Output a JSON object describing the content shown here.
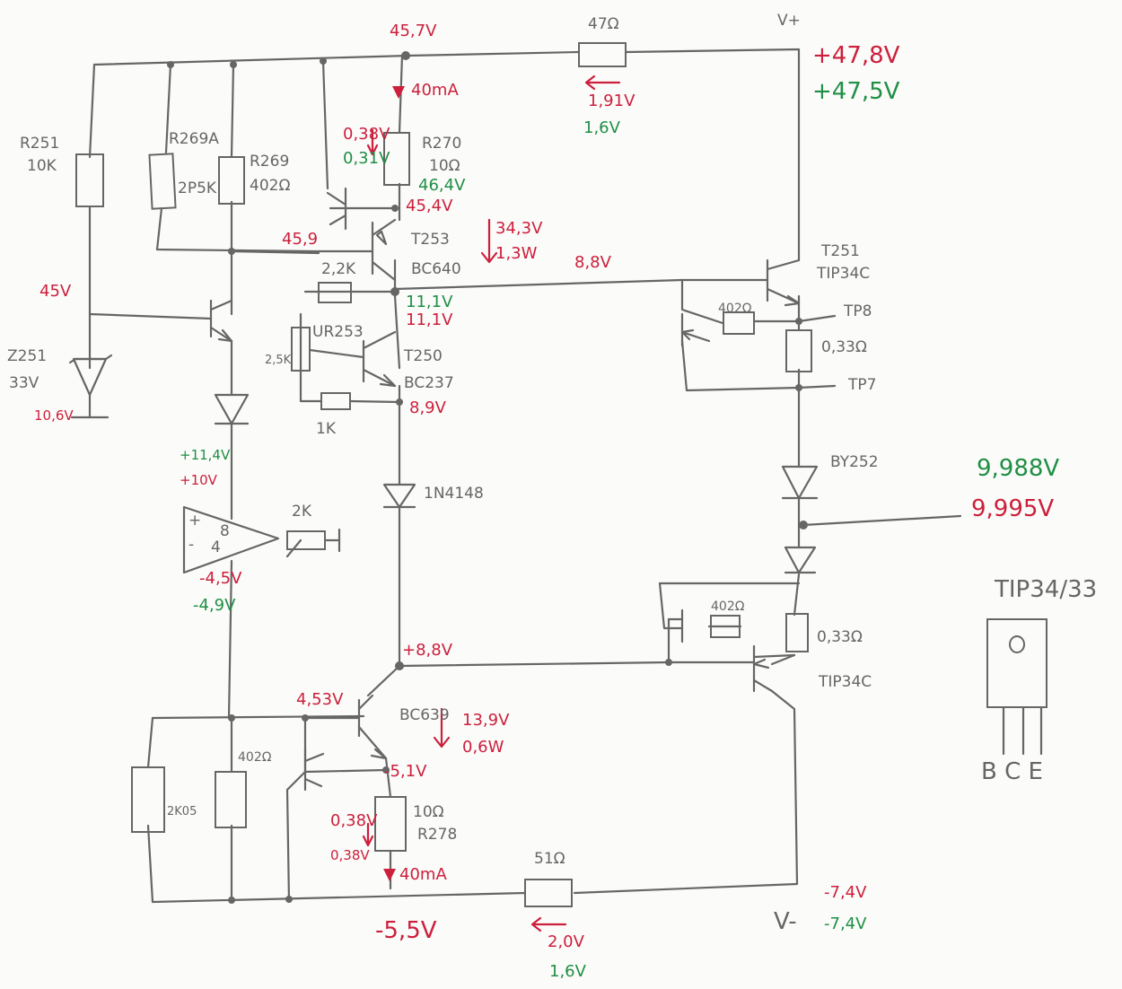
{
  "supply": {
    "vplus_label": "V+",
    "vminus_label": "V-",
    "vplus_red": "+47,8V",
    "vplus_green": "+47,5V",
    "vminus_red": "-7,4V",
    "vminus_green": "-7,4V"
  },
  "top": {
    "node_voltage": "45,7V",
    "r47_label": "47Ω",
    "r47_drop_red": "1,91V",
    "r47_drop_green": "1,6V",
    "current": "40mA"
  },
  "resistors": {
    "r251": {
      "name": "R251",
      "value": "10K"
    },
    "r269a": {
      "name": "R269A",
      "value": "2P5K"
    },
    "r269": {
      "name": "R269",
      "value": "402Ω"
    },
    "r270": {
      "name": "R270",
      "value": "10Ω",
      "drop_red": "0,38V",
      "drop_green": "0,31V",
      "bottom_green": "46,4V",
      "bottom_red": "45,4V"
    },
    "r_2k2": "2,2K",
    "ur253": "UR253",
    "r_2k5": "2,5K",
    "r_1k": "1K",
    "r_2k_opamp": "2K",
    "r_2k05": "2K05",
    "r_402_bl": "402Ω",
    "r278": {
      "name": "R278",
      "value": "10Ω",
      "drop_red": "0,38V",
      "drop_green": "0,38V"
    },
    "r51": {
      "label": "51Ω",
      "drop_red": "2,0V",
      "drop_green": "1,6V"
    },
    "r_402_t251": "402Ω",
    "r_0332_top": "0,33Ω",
    "r_402_bottom": "402Ω",
    "r_0332_bottom": "0,33Ω"
  },
  "left": {
    "v45": "45V",
    "zener_name": "Z251",
    "zener_value": "33V",
    "zener_v": "10,6V",
    "opamp_plus_green": "+11,4V",
    "opamp_plus_red": "+10V",
    "opamp_pins": "8",
    "opamp_pin4": "4",
    "opamp_minus_red": "-4,5V",
    "opamp_minus_green": "-4,9V",
    "node_459": "45,9"
  },
  "t253": {
    "name": "T253",
    "type": "BC640",
    "vce": "34,3V",
    "power": "1,3W"
  },
  "t250": {
    "name": "T250",
    "type": "BC237",
    "col_green": "11,1V",
    "col_red": "11,1V",
    "emitter_v": "8,9V"
  },
  "diode_1n4148": "1N4148",
  "t251": {
    "name": "T251",
    "type": "TIP34C",
    "base_v": "8,8V",
    "tp8": "TP8",
    "tp7": "TP7"
  },
  "by252": "BY252",
  "output": {
    "green": "9,988V",
    "red": "9,995V"
  },
  "bottom": {
    "node_88": "+8,8V",
    "bc639_base": "4,53V",
    "bc639_name": "BC639",
    "vce": "13,9V",
    "power": "0,6W",
    "emitter_v": "-5,1V",
    "current": "40mA",
    "node_55": "-5,5V",
    "tip34c_bottom": "TIP34C"
  },
  "package": {
    "title": "TIP34/33",
    "pins": "B C E"
  }
}
